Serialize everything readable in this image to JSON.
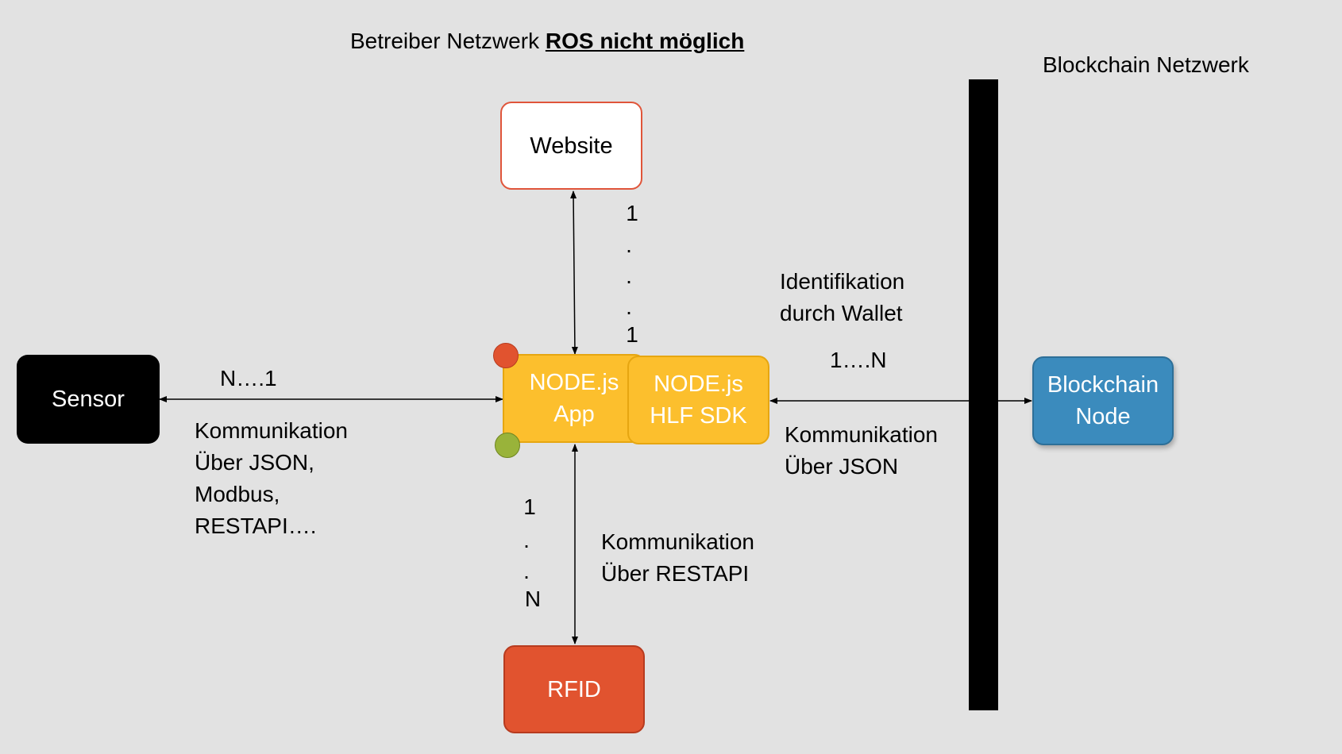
{
  "header": {
    "title_prefix": "Betreiber Netzwerk",
    "title_emphasis": "ROS nicht möglich",
    "blockchain_network": "Blockchain Netzwerk"
  },
  "nodes": {
    "website": "Website",
    "sensor": "Sensor",
    "node_app": [
      "NODE.js",
      "App"
    ],
    "node_hlf": [
      "NODE.js",
      "HLF SDK"
    ],
    "blockchain_node": [
      "Blockchain",
      "Node"
    ],
    "rfid": "RFID"
  },
  "labels": {
    "sensor_cardinality": "N….1",
    "sensor_comm": [
      "Kommunikation",
      "Über JSON,",
      "Modbus,",
      "RESTAPI…."
    ],
    "website_cardinality": [
      "1",
      ".",
      ".",
      ".",
      "1"
    ],
    "wallet": [
      "Identifikation",
      "durch Wallet"
    ],
    "blockchain_cardinality": "1….N",
    "blockchain_comm": [
      "Kommunikation",
      "Über JSON"
    ],
    "rfid_cardinality": [
      "1",
      ".",
      ".",
      "N"
    ],
    "rfid_comm": [
      "Kommunikation",
      "Über RESTAPI"
    ]
  },
  "colors": {
    "background": "#e2e2e2",
    "website_border": "#e0553a",
    "sensor_fill": "#000000",
    "node_fill": "#fcbf2d",
    "node_border": "#e6a611",
    "blockchain_fill": "#3b8bbd",
    "rfid_fill": "#e1532f",
    "dot_red": "#e1532f",
    "dot_green": "#99b33a",
    "separator": "#000000"
  }
}
